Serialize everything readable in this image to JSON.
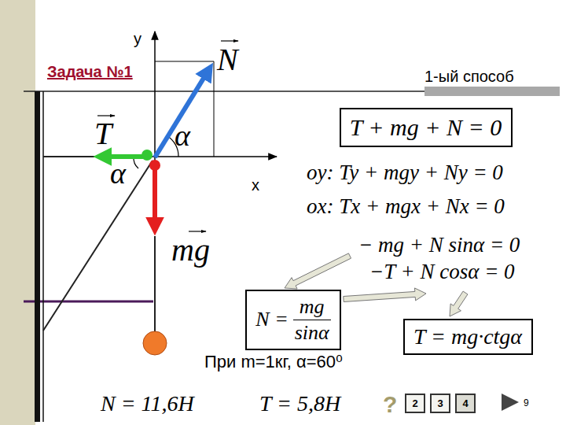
{
  "diagram": {
    "nodes": [
      {
        "text": [
          "T + mg + N = 0"
        ]
      },
      {
        "text": [
          "N =",
          "mg",
          "sinα"
        ]
      },
      {
        "text": [
          "T = mg·ctgα"
        ]
      },
      {
        "text": [
          "2"
        ]
      },
      {
        "text": [
          "3"
        ]
      },
      {
        "text": [
          "4"
        ]
      }
    ],
    "labels": [
      "Задача №1",
      "1-ый способ",
      "y",
      "x",
      "N",
      "α",
      "T",
      "α",
      "mg",
      "oy:  Ty + mgy + Ny = 0",
      "ox:  Tx + mgx + Nx = 0",
      "− mg + N sinα = 0",
      "−T + N cosα = 0",
      "При m=1кг, α=60⁰",
      "N = 11,6H",
      "T = 5,8H",
      "?",
      "9"
    ]
  }
}
